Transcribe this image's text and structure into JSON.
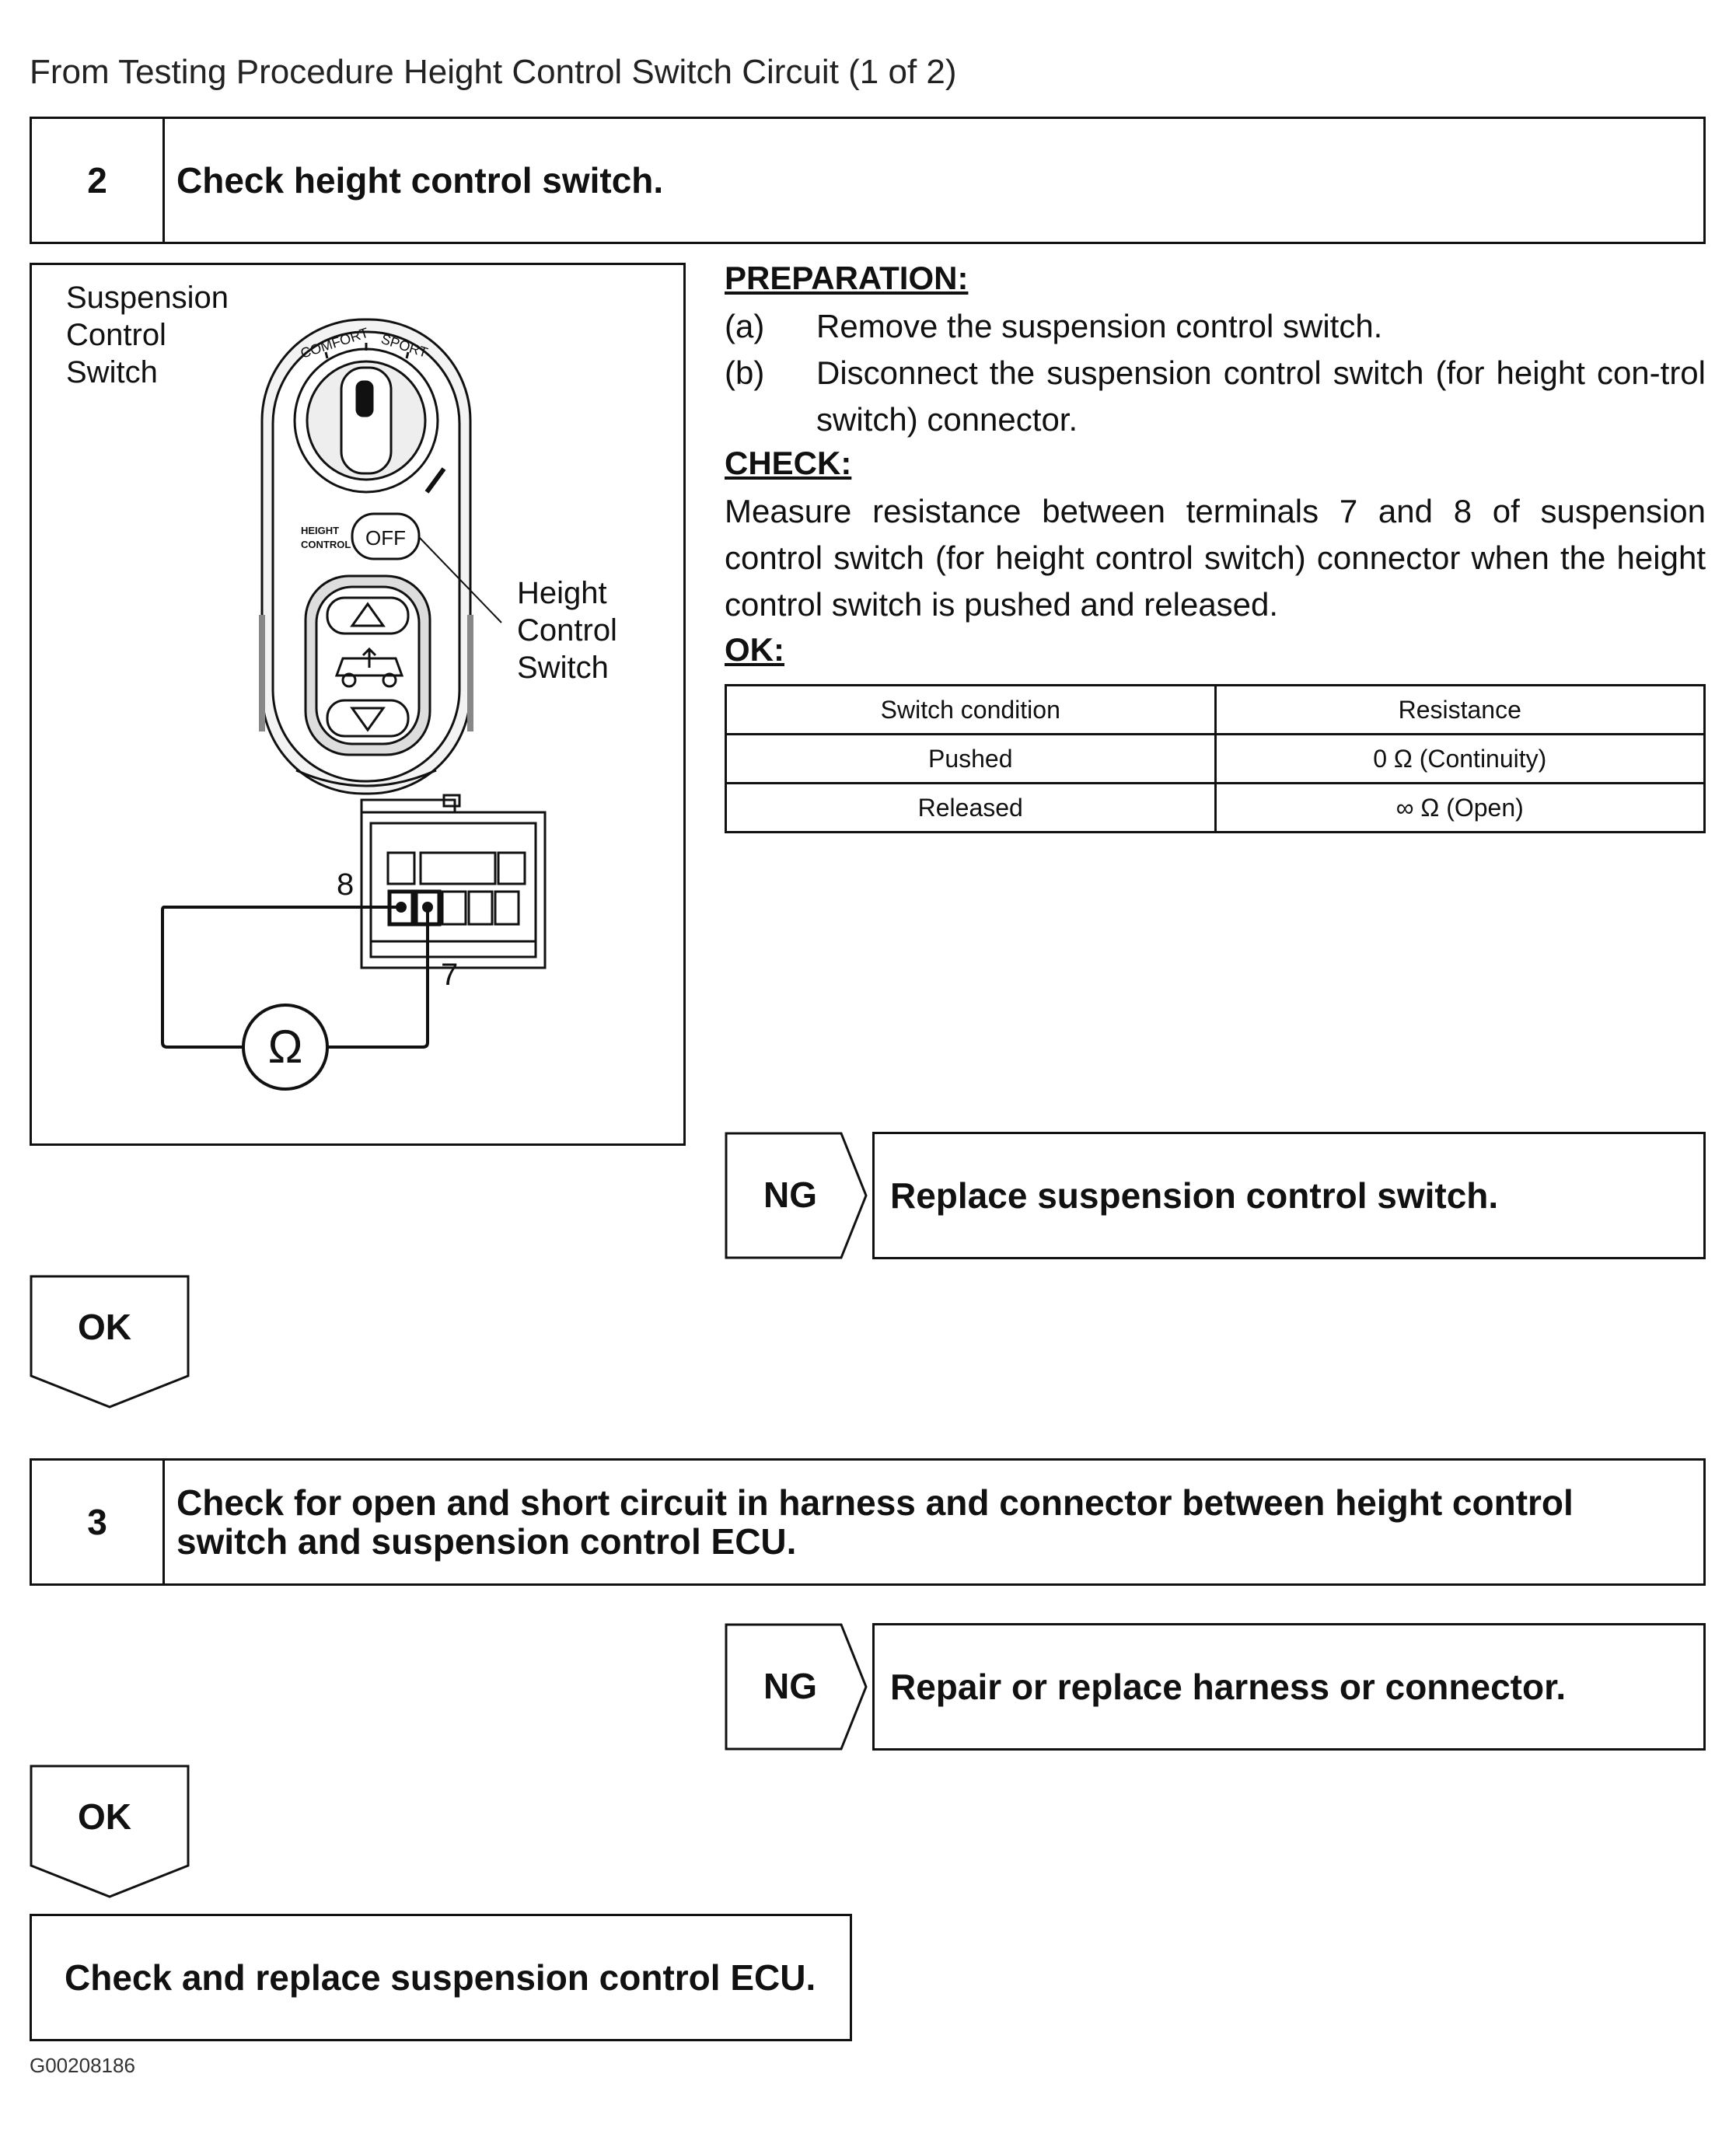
{
  "page_title": "From Testing Procedure Height Control Switch Circuit (1 of 2)",
  "step2": {
    "number": "2",
    "title": "Check height control switch."
  },
  "figure": {
    "label_suspension": [
      "Suspension",
      "Control",
      "Switch"
    ],
    "label_height": [
      "Height",
      "Control",
      "Switch"
    ],
    "knob_left": "COMFORT",
    "knob_right": "SPORT",
    "side_label": [
      "HEIGHT",
      "CONTROL"
    ],
    "off_button": "OFF",
    "terminal_8": "8",
    "terminal_7": "7",
    "ohm_symbol": "Ω",
    "icons": [
      "up-arrow-icon",
      "vehicle-height-icon",
      "down-arrow-icon",
      "ohmmeter-icon"
    ]
  },
  "preparation": {
    "heading": "PREPARATION:",
    "items": [
      {
        "marker": "(a)",
        "text": "Remove the suspension control switch."
      },
      {
        "marker": "(b)",
        "text": "Disconnect the suspension control switch (for height con-trol switch) connector."
      }
    ]
  },
  "check": {
    "heading": "CHECK:",
    "text": "Measure resistance between terminals 7 and 8 of suspension control switch (for height control switch) connector when the height control switch is pushed and released."
  },
  "ok_spec": {
    "heading": "OK:",
    "headers": [
      "Switch condition",
      "Resistance"
    ],
    "rows": [
      [
        "Pushed",
        "0 Ω (Continuity)"
      ],
      [
        "Released",
        "∞ Ω (Open)"
      ]
    ]
  },
  "ng1": {
    "label": "NG",
    "action": "Replace suspension control switch."
  },
  "ok1": {
    "label": "OK"
  },
  "step3": {
    "number": "3",
    "title": "Check for open and short circuit in harness and connector between height control switch and suspension control ECU."
  },
  "ng2": {
    "label": "NG",
    "action": "Repair or replace harness or connector."
  },
  "ok2": {
    "label": "OK"
  },
  "final": {
    "action": "Check and replace suspension control ECU."
  },
  "figure_code": "G00208186"
}
